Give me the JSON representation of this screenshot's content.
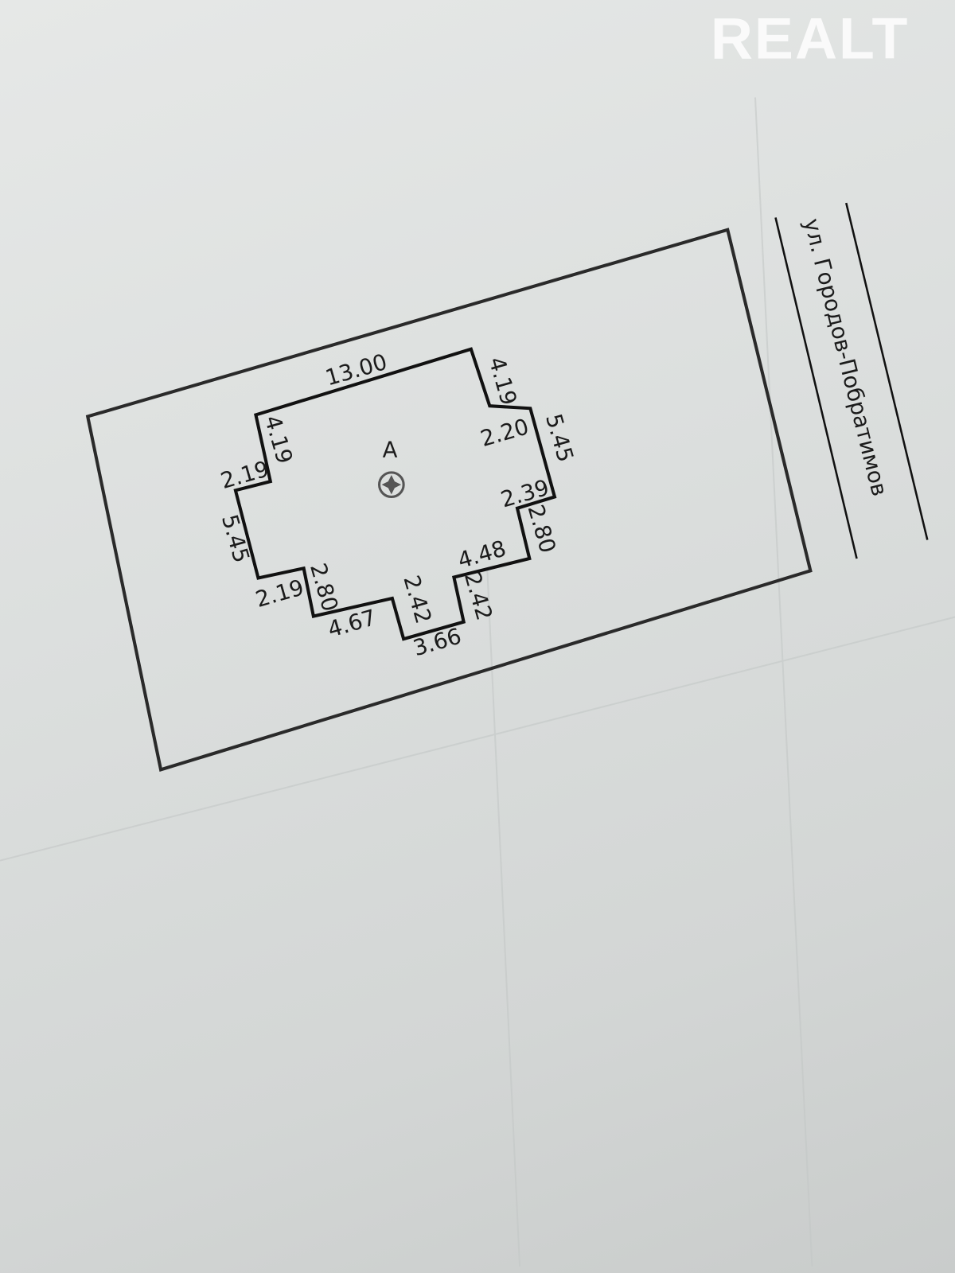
{
  "watermark": "REALT",
  "plan": {
    "building_label": "A",
    "street": "ул. Городов-Побратимов",
    "dimensions": {
      "top": "13.00",
      "right_upper": "4.19",
      "right_step_top": "2.20",
      "right_side": "5.45",
      "right_step_mid": "2.39",
      "right_lower": "2.80",
      "bottom_right": "4.48",
      "bottom_right_step": "2.42",
      "bottom_center": "3.66",
      "bottom_center_step": "2.42",
      "bottom_left": "4.67",
      "left_lower": "2.80",
      "left_step_bottom": "2.19",
      "left_side": "5.45",
      "left_step_top": "2.19",
      "left_upper": "4.19"
    }
  }
}
